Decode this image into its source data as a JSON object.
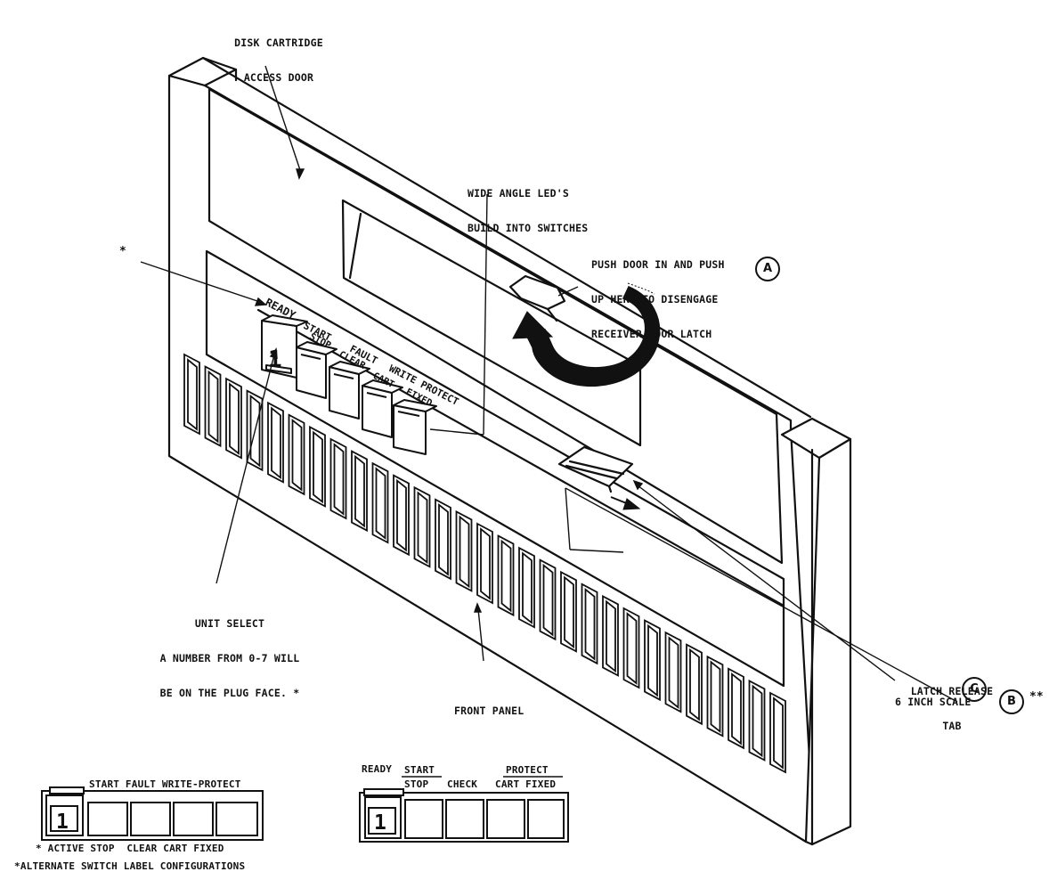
{
  "callouts": {
    "door": [
      "DISK CARTRIDGE",
      "ACCESS DOOR"
    ],
    "leds": [
      "WIDE ANGLE LED'S",
      "BUILD INTO SWITCHES"
    ],
    "push": [
      "PUSH DOOR IN AND PUSH",
      "UP HERE TO DISENGAGE",
      "RECEIVER DOOR LATCH"
    ],
    "unit_select": [
      "UNIT SELECT",
      "A NUMBER FROM 0-7 WILL",
      "BE ON THE PLUG FACE."
    ],
    "front_panel": "FRONT PANEL",
    "latch_release": [
      "LATCH RELEASE",
      "TAB"
    ],
    "scale": "6 INCH SCALE",
    "marker_a": "A",
    "marker_b": "B",
    "marker_c": "C"
  },
  "panel_switches": {
    "top_labels": [
      "READY",
      "START",
      "FAULT",
      "WRITE PROTECT"
    ],
    "bottom_labels": [
      "STOP",
      "CLEAR",
      "CART",
      "FIXED"
    ],
    "unit_number": "1"
  },
  "alt_config_1": {
    "top_label": "START FAULT WRITE-PROTECT",
    "bottom_label": "ACTIVE STOP  CLEAR CART FIXED",
    "unit_number": "1"
  },
  "alt_config_2": {
    "ready": "READY",
    "start": "START",
    "stop": "STOP",
    "check": "CHECK",
    "protect": "PROTECT",
    "cart_fixed": "CART FIXED",
    "unit_number": "1"
  },
  "footnote": "ALTERNATE SWITCH LABEL CONFIGURATIONS",
  "markers": {
    "single": "*",
    "double": "**"
  }
}
